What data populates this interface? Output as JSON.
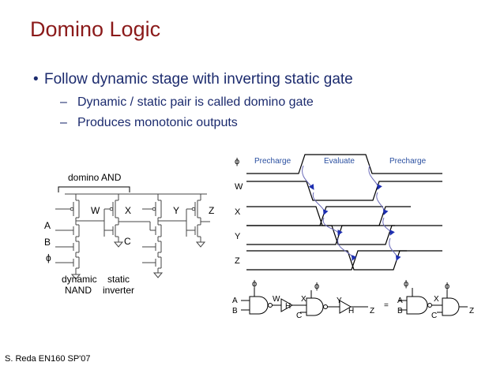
{
  "slide": {
    "title": "Domino Logic",
    "bullet": "Follow dynamic stage with inverting static gate",
    "bullet_marker": "•",
    "dash_marker": "–",
    "subbullets": [
      "Dynamic / static pair is called domino gate",
      "Produces monotonic outputs"
    ],
    "footer": "S. Reda EN160 SP'07"
  },
  "circuit": {
    "label_domino_and": "domino AND",
    "node_w": "W",
    "node_x": "X",
    "node_y": "Y",
    "node_z": "Z",
    "input_a": "A",
    "input_b": "B",
    "input_phi": "ϕ",
    "node_c": "C",
    "label_dynamic": "dynamic",
    "label_nand": "NAND",
    "label_static": "static",
    "label_inverter": "inverter"
  },
  "timing": {
    "phi": "ϕ",
    "phase_precharge_1": "Precharge",
    "phase_evaluate": "Evaluate",
    "phase_precharge_2": "Precharge",
    "sig_w": "W",
    "sig_x": "X",
    "sig_y": "Y",
    "sig_z": "Z",
    "colors": {
      "phase_text": "#2a4fa0",
      "arrow": "#1e2fb0",
      "loop": "#6a6ab8"
    }
  },
  "chain": {
    "phi1": "ϕ",
    "phi2": "ϕ",
    "phi3": "ϕ",
    "phi4": "ϕ",
    "a1": "A",
    "b1": "B",
    "w": "W",
    "h1": "H",
    "x1": "X",
    "c1": "C",
    "y": "Y",
    "h2": "H",
    "z1": "Z",
    "eq": "=",
    "a2": "A",
    "b2": "B",
    "x2": "X",
    "c2": "C",
    "z2": "Z"
  }
}
